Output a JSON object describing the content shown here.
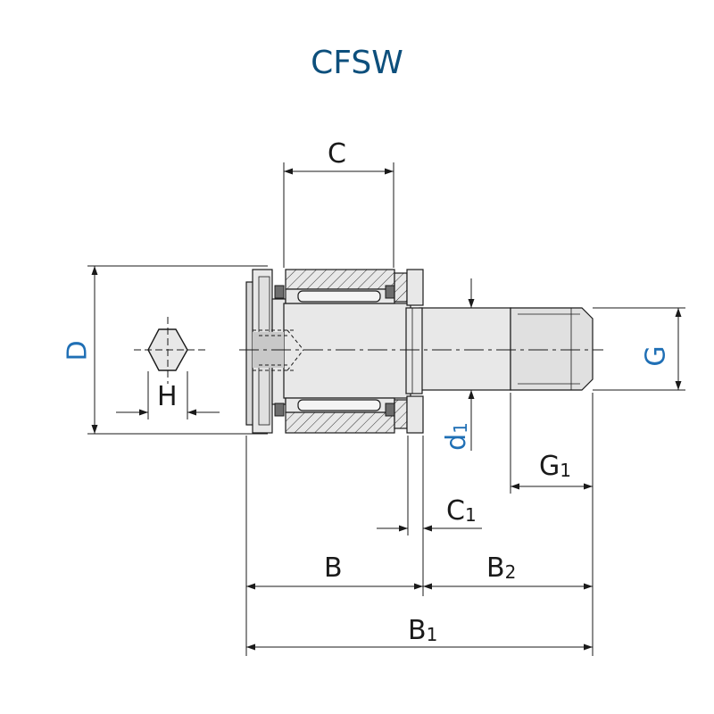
{
  "title": "CFSW",
  "colors": {
    "title": "#0d4f7c",
    "highlight_label": "#1f6fb5",
    "part_fill": "#e8e8e8",
    "part_fill_dark": "#c8c8c8",
    "seal_fill": "#6e6e6e",
    "line": "#1a1a1a"
  },
  "labels": {
    "C": "C",
    "C1_main": "C",
    "C1_sub": "1",
    "D": "D",
    "H": "H",
    "G": "G",
    "G1_main": "G",
    "G1_sub": "1",
    "d1_main": "d",
    "d1_sub": "1",
    "B": "B",
    "B2_main": "B",
    "B2_sub": "2",
    "B1_main": "B",
    "B1_sub": "1"
  }
}
